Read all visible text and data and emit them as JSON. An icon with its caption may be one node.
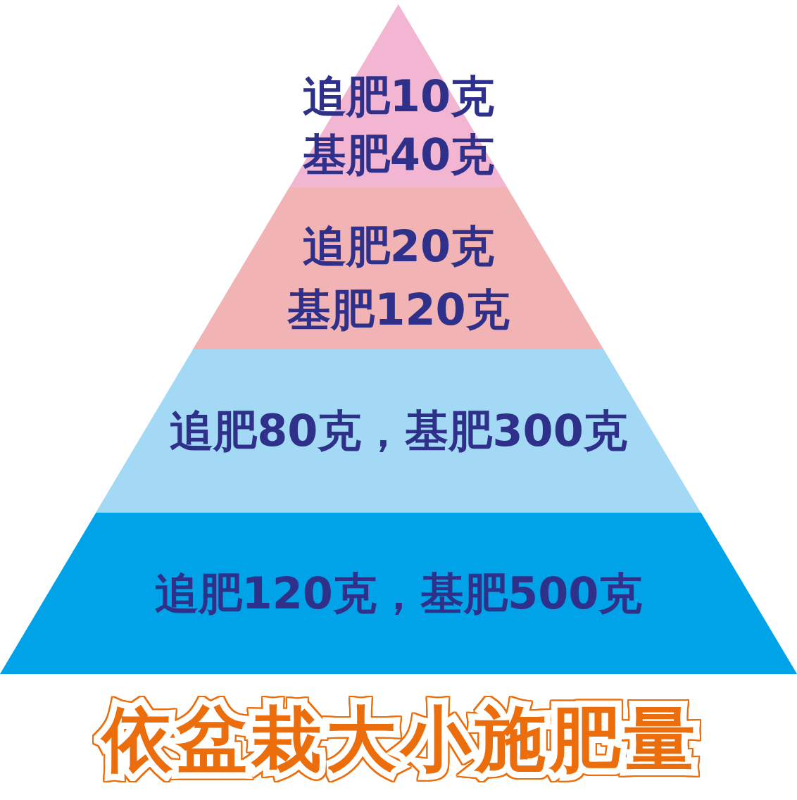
{
  "diagram": {
    "title": "依盆栽大小施肥量",
    "nodes": [
      {
        "text": [
          "追肥10克",
          "基肥40克"
        ]
      },
      {
        "text": [
          "追肥20克",
          "基肥120克"
        ]
      },
      {
        "text": [
          "追肥80克，基肥300克"
        ]
      },
      {
        "text": [
          "追肥120克，基肥500克"
        ]
      }
    ]
  }
}
